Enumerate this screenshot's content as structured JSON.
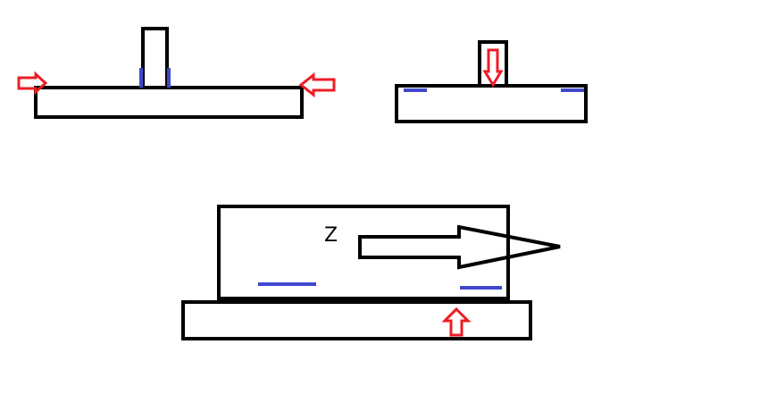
{
  "diagram": {
    "colors": {
      "outline": "#000000",
      "weld_mark": "#3f48cc",
      "force_arrow": "#ed1c24",
      "background": "#ffffff"
    },
    "labels": {
      "axis_z": "Z"
    },
    "figures": [
      {
        "id": "t-joint-side-forces",
        "description_hidden": true
      },
      {
        "id": "t-joint-top-force",
        "description_hidden": true
      },
      {
        "id": "block-on-plate-z-direction",
        "description_hidden": true
      }
    ]
  }
}
